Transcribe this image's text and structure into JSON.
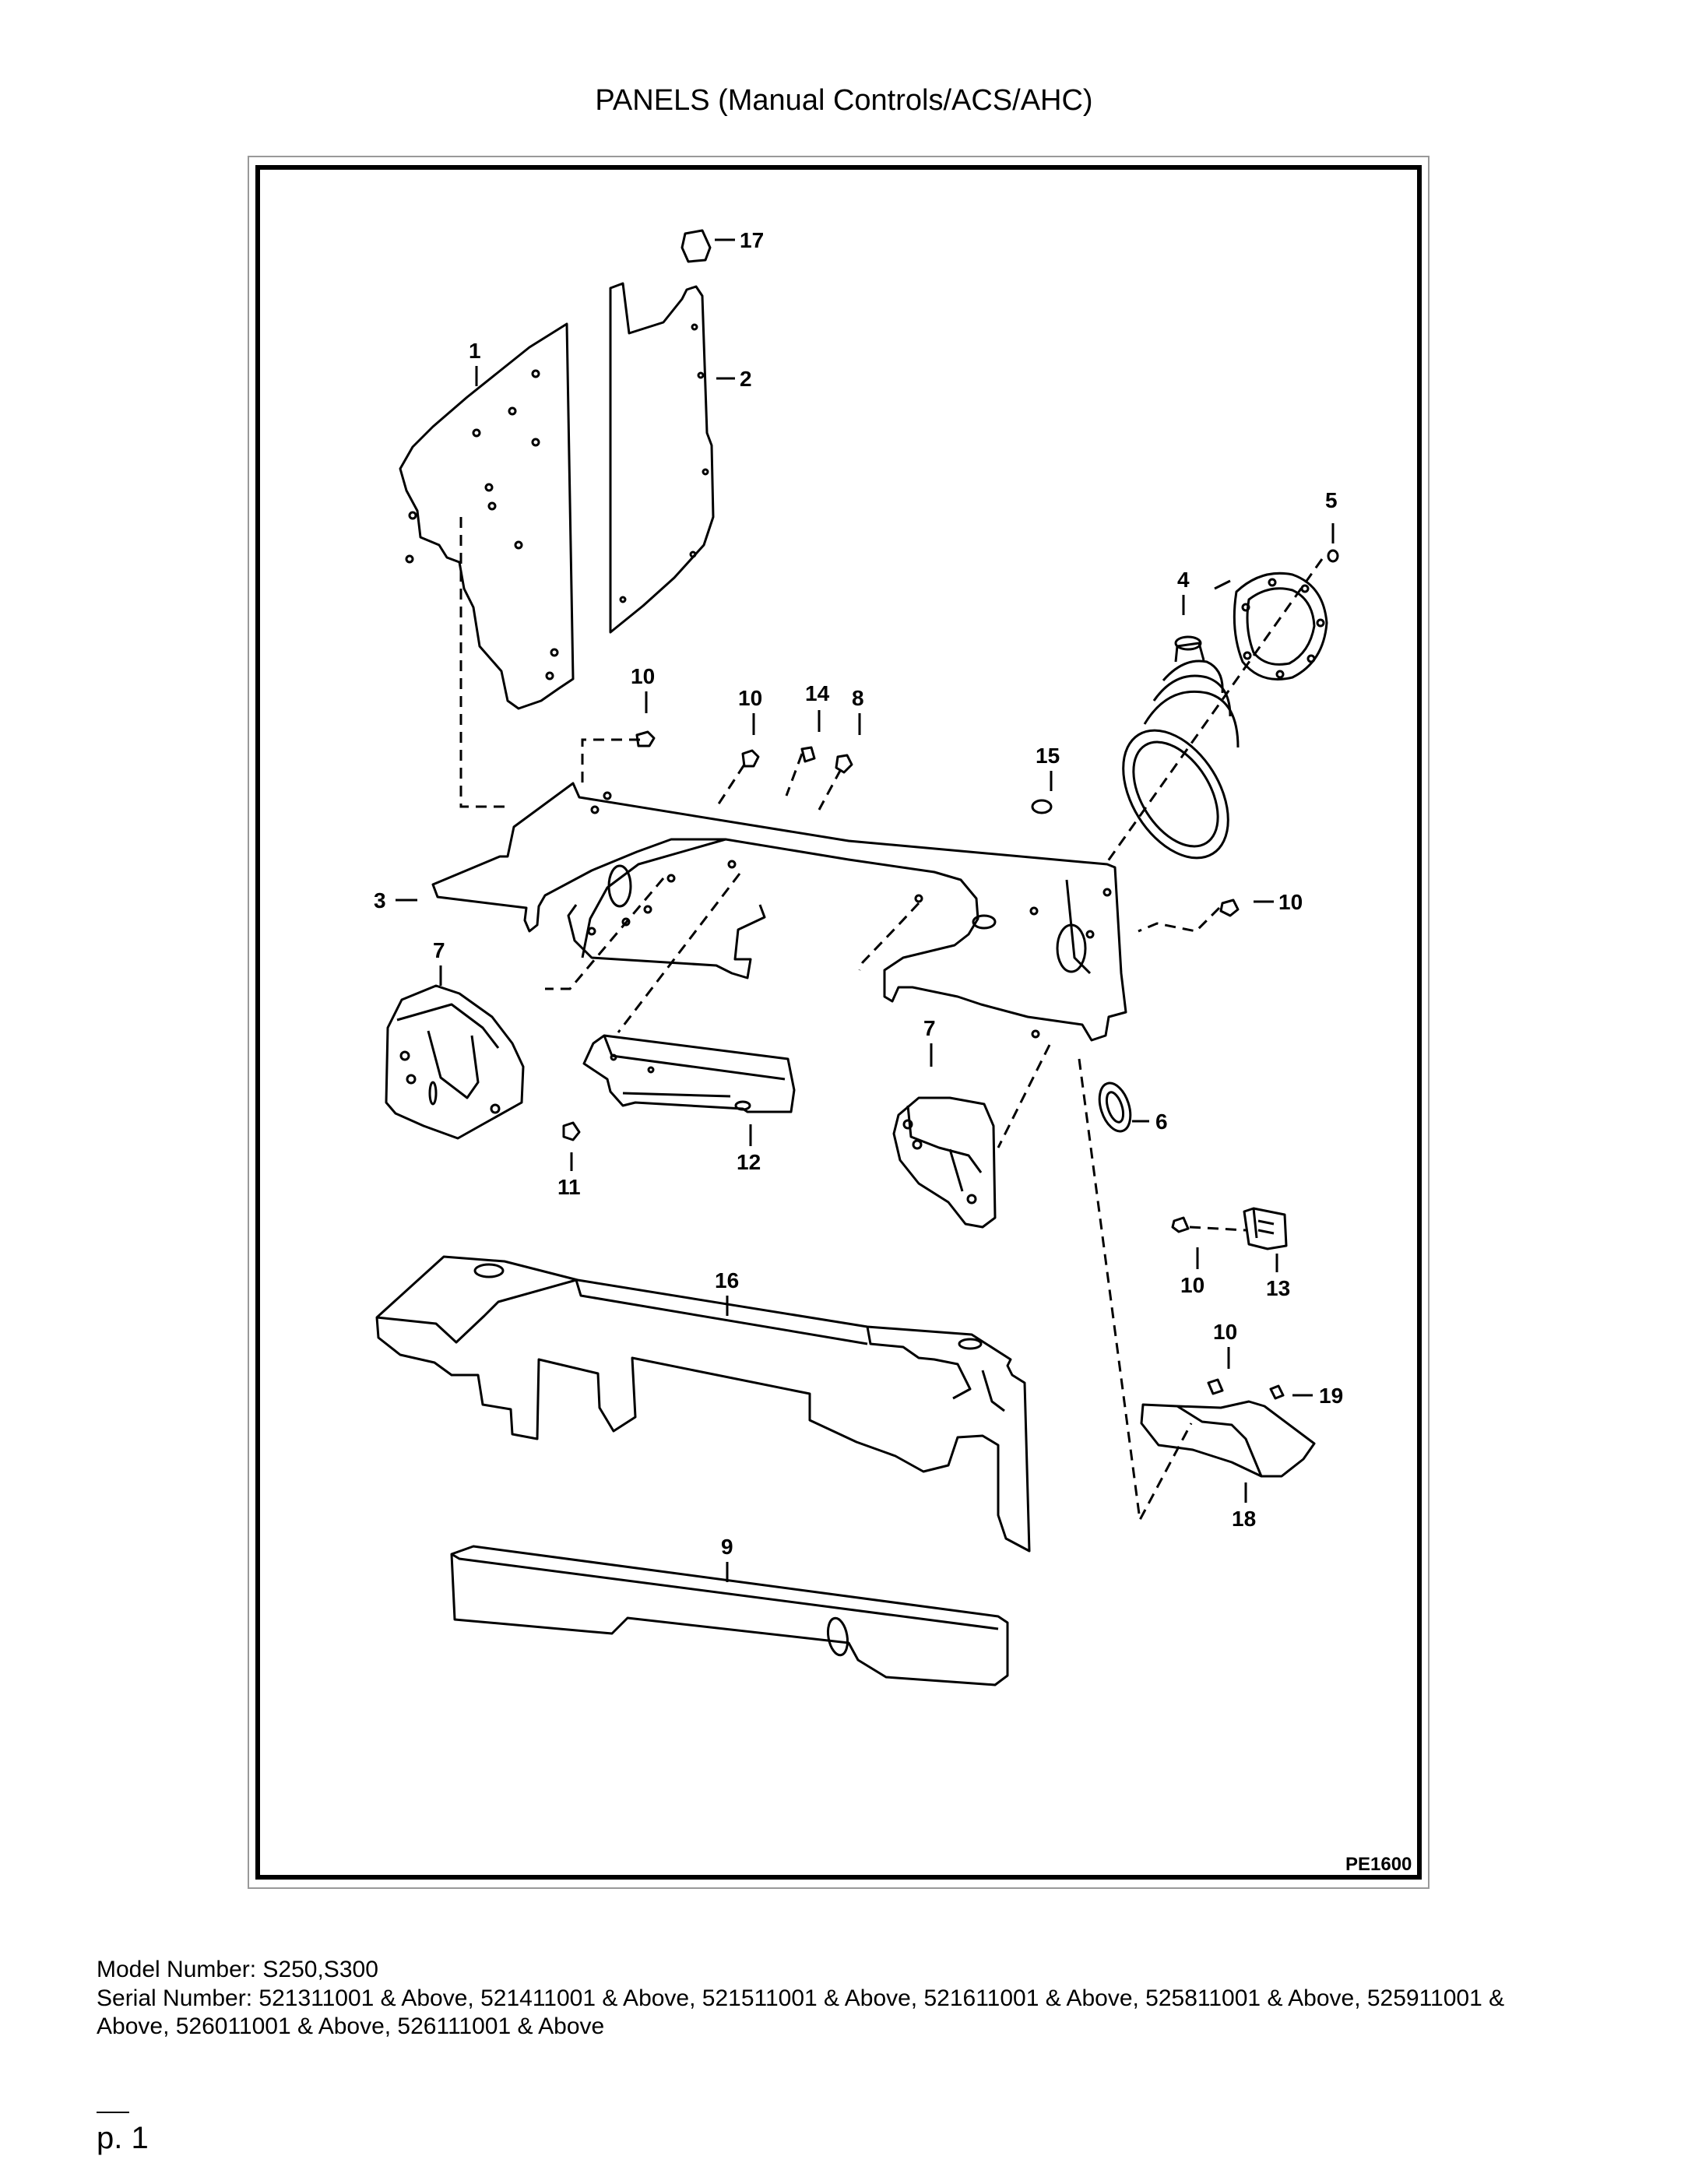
{
  "title": "PANELS (Manual Controls/ACS/AHC)",
  "figure_id": "PE1600",
  "callouts": {
    "c1": "1",
    "c2": "2",
    "c3": "3",
    "c4": "4",
    "c5": "5",
    "c6": "6",
    "c7a": "7",
    "c7b": "7",
    "c8": "8",
    "c9": "9",
    "c10a": "10",
    "c10b": "10",
    "c10c": "10",
    "c10d": "10",
    "c10e": "10",
    "c11": "11",
    "c12": "12",
    "c13": "13",
    "c14": "14",
    "c15": "15",
    "c16": "16",
    "c17": "17",
    "c18": "18",
    "c19": "19"
  },
  "footer": {
    "model": "Model Number: S250,S300",
    "serial": "Serial Number: 521311001 & Above, 521411001 & Above, 521511001 & Above, 521611001 & Above, 525811001 & Above, 525911001 & Above, 526011001 & Above, 526111001 & Above"
  },
  "page_number": "p. 1"
}
